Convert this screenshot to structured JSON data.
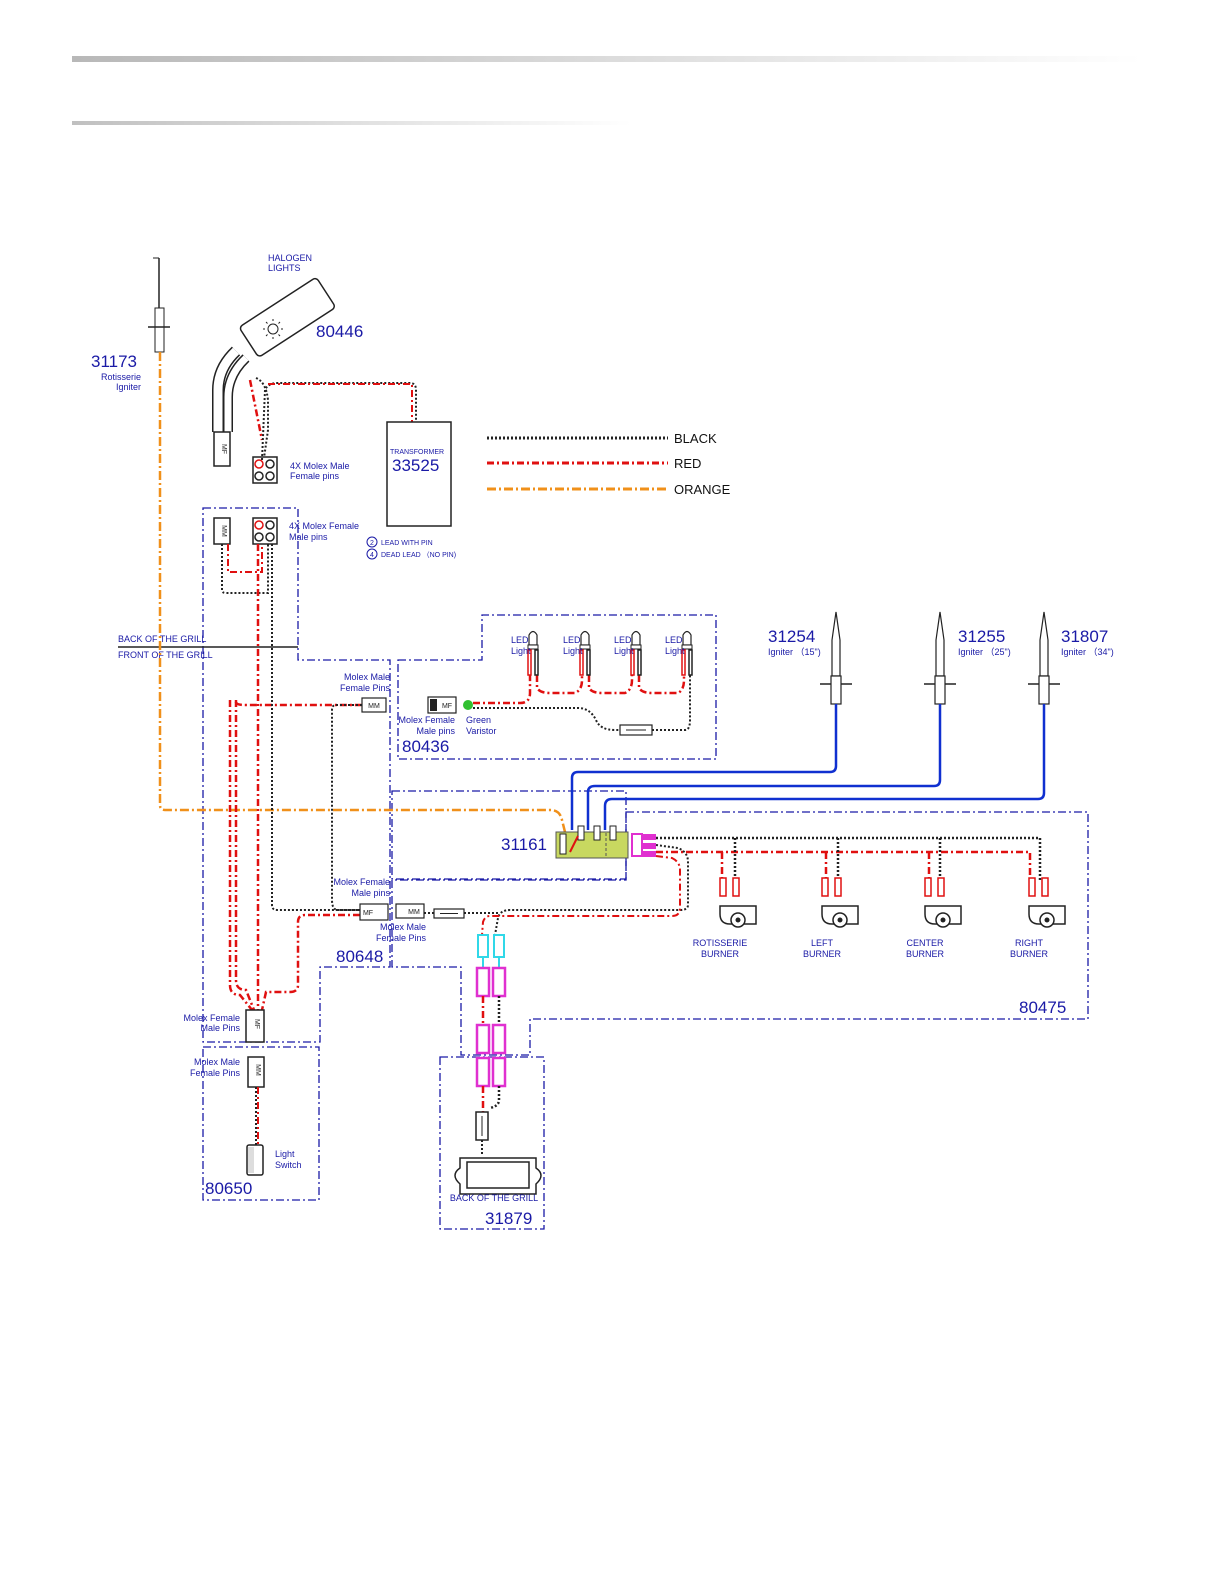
{
  "legend": {
    "black": "BLACK",
    "red": "RED",
    "orange": "ORANGE"
  },
  "colors": {
    "black": "#222222",
    "red": "#e01010",
    "orange": "#f0901a",
    "blue": "#1030d0",
    "frame": "#1a1aa6",
    "magenta": "#e030d0",
    "cyan": "#30d8e8",
    "green": "#30c030",
    "module": "#c8d860"
  },
  "parts": {
    "halogen": {
      "title1": "HALOGEN",
      "title2": "LIGHTS",
      "number": "80446"
    },
    "rotisserie_igniter": {
      "number": "31173",
      "line1": "Rotisserie",
      "line2": "Igniter"
    },
    "transformer": {
      "title": "TRANSFORMER",
      "number": "33525"
    },
    "molex_4x_male": {
      "line1": "4X Molex Male",
      "line2": "Female pins"
    },
    "molex_4x_female": {
      "line1": "4X Molex Female",
      "line2": "Male pins"
    },
    "lead_notes": {
      "a_mark": "2",
      "a_text": "LEAD WITH PIN",
      "b_mark": "4",
      "b_text": "DEAD LEAD （NO PIN)"
    },
    "back_front": {
      "back": "BACK OF THE GRILL",
      "front": "FRONT OF THE GRILL"
    },
    "led_harness": {
      "number": "80436",
      "leds": [
        {
          "l1": "LED",
          "l2": "Light"
        },
        {
          "l1": "LED",
          "l2": "Light"
        },
        {
          "l1": "LED",
          "l2": "Light"
        },
        {
          "l1": "LED",
          "l2": "Light"
        }
      ],
      "molex_line1": "Molex Female",
      "molex_line2": "Male pins",
      "varistor_line1": "Green",
      "varistor_line2": "Varistor",
      "conn_mf": "MF"
    },
    "molex_male_female_pins_top": {
      "line1": "Molex Male",
      "line2": "Female Pins",
      "code": "MM"
    },
    "igniters": [
      {
        "number": "31254",
        "label": "Igniter （15\")"
      },
      {
        "number": "31255",
        "label": "Igniter （25\")"
      },
      {
        "number": "31807",
        "label": "Igniter （34\")"
      }
    ],
    "module": {
      "number": "31161"
    },
    "burner_harness": {
      "number": "80475",
      "burners": [
        {
          "l1": "ROTISSERIE",
          "l2": "BURNER"
        },
        {
          "l1": "LEFT",
          "l2": "BURNER"
        },
        {
          "l1": "CENTER",
          "l2": "BURNER"
        },
        {
          "l1": "RIGHT",
          "l2": "BURNER"
        }
      ]
    },
    "main_harness": {
      "number": "80648",
      "molex_f_line1": "Molex Female",
      "molex_f_line2": "Male pins",
      "molex_m_line1": "Molex Male",
      "molex_m_line2": "Female Pins",
      "code_mf": "MF",
      "code_mm": "MM"
    },
    "switch_harness": {
      "number": "80650",
      "molex_f_line1": "Molex Female",
      "molex_f_line2": "Male Pins",
      "molex_m_line1": "Molex Male",
      "molex_m_line2": "Female Pins",
      "switch_line1": "Light",
      "switch_line2": "Switch",
      "code_mf": "MF",
      "code_mm": "MM"
    },
    "battery": {
      "number": "31879",
      "label": "BACK OF THE GRILL"
    },
    "halogen_conn": {
      "code": "MF"
    },
    "harness_top_conn": {
      "code": "MM"
    }
  }
}
